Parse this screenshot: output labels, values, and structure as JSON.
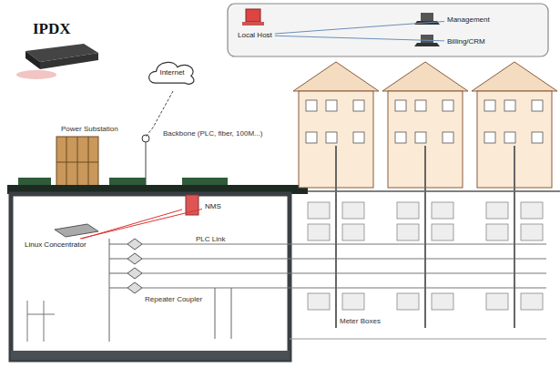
{
  "diagram": {
    "title": "IPDX",
    "nodes": [
      {
        "text": [
          "Local Host"
        ]
      },
      {
        "text": [
          "Management"
        ]
      },
      {
        "text": [
          "Billing/CRM"
        ]
      },
      {
        "text": [
          "Internet"
        ]
      },
      {
        "text": [
          "Linux Concentrator"
        ]
      },
      {
        "text": [
          "NMS"
        ]
      }
    ],
    "edges": [
      {
        "from": 0,
        "to": 1,
        "arrow": "none"
      },
      {
        "from": 0,
        "to": 2,
        "arrow": "none"
      },
      {
        "from": 4,
        "to": 5,
        "arrow": "none"
      }
    ],
    "labels": [
      "Power Substation",
      "Backbone (PLC, fiber, 100M...)",
      "PLC Link",
      "Repeater Coupler",
      "Meter Boxes"
    ]
  }
}
